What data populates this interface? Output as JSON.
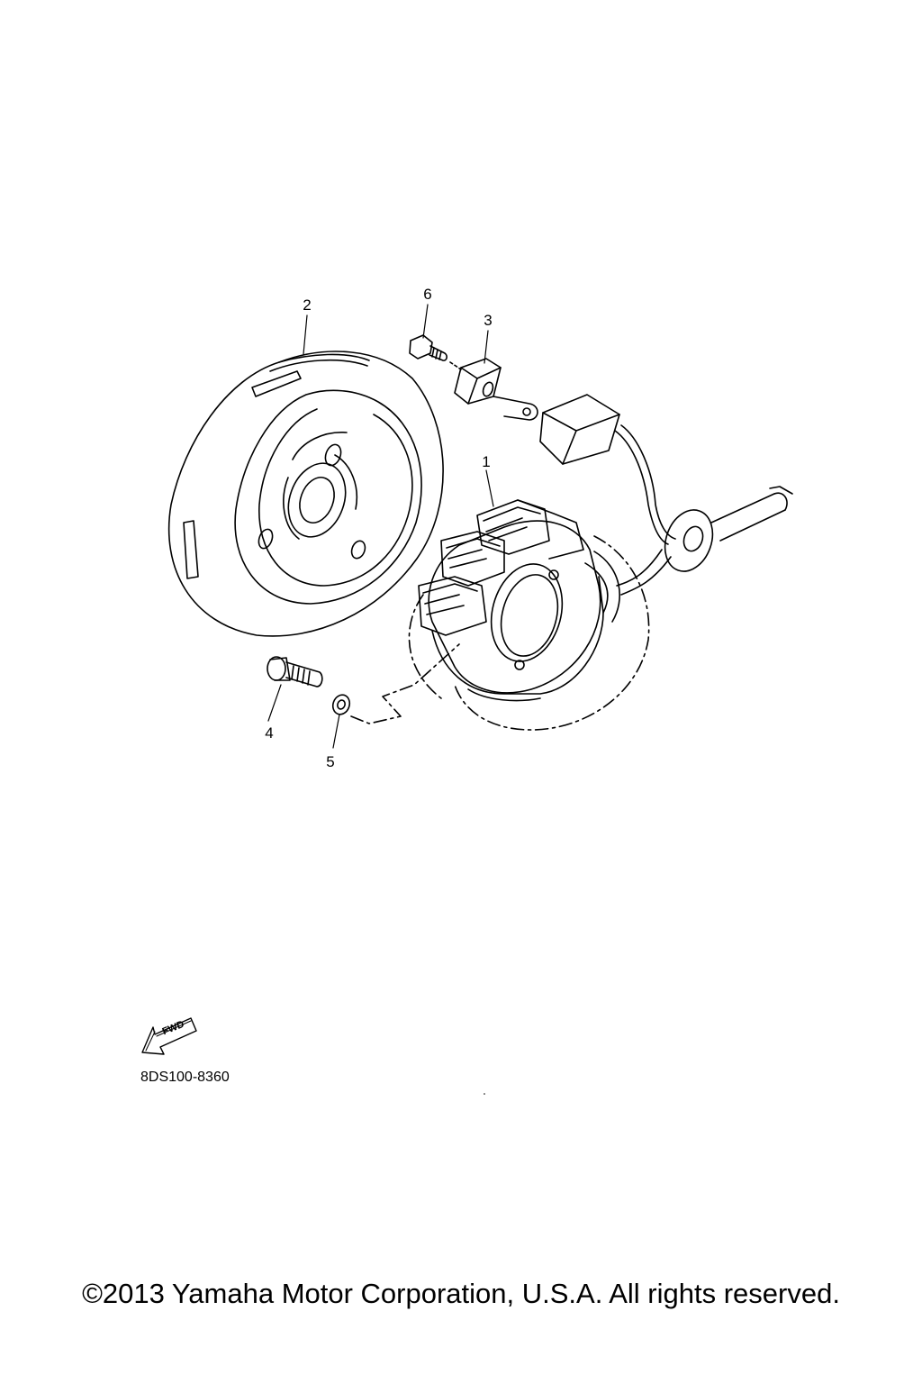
{
  "callouts": {
    "p1": "1",
    "p2": "2",
    "p3": "3",
    "p4": "4",
    "p5": "5",
    "p6": "6"
  },
  "fwd_label": "FWD",
  "diagram_code": "8DS100-8360",
  "copyright": "©2013 Yamaha Motor Corporation, U.S.A. All rights reserved.",
  "colors": {
    "line": "#000000",
    "background": "#ffffff"
  }
}
